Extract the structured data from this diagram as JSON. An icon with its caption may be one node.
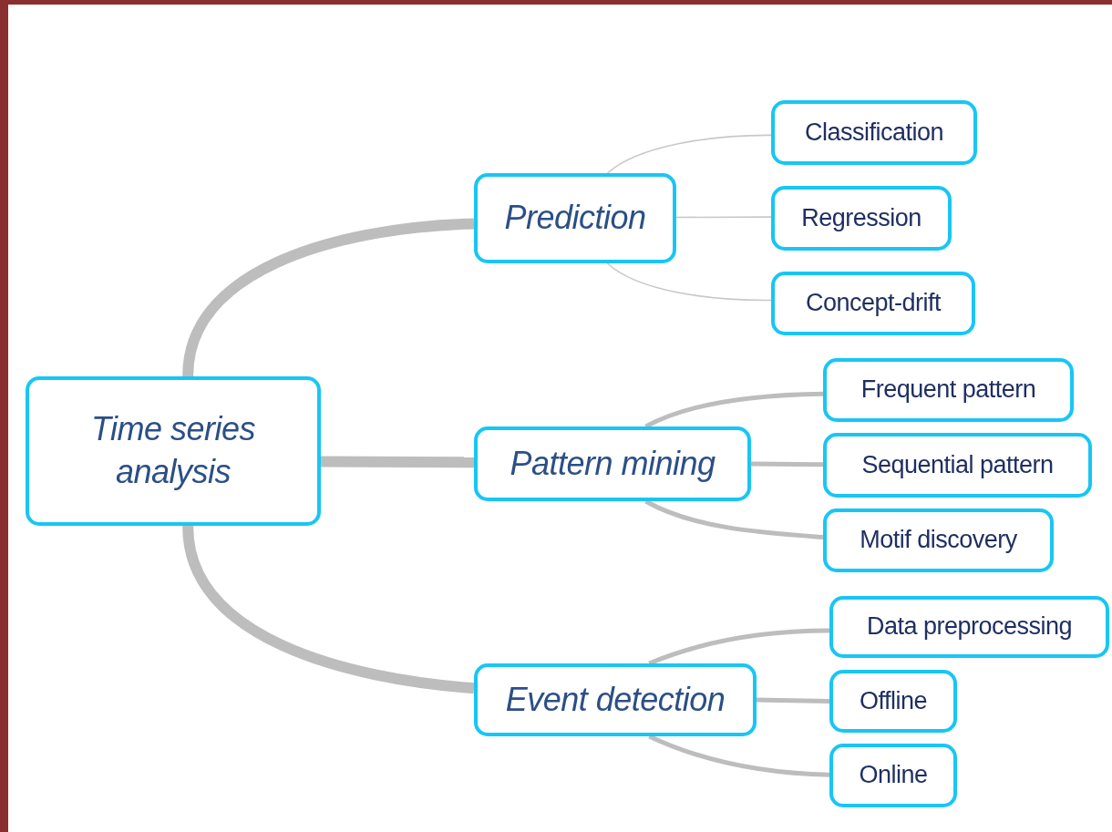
{
  "diagram": {
    "nodes": [
      {
        "text": [
          "Time series analysis"
        ]
      },
      {
        "text": [
          "Prediction"
        ]
      },
      {
        "text": [
          "Classification"
        ]
      },
      {
        "text": [
          "Regression"
        ]
      },
      {
        "text": [
          "Concept-drift"
        ]
      },
      {
        "text": [
          "Pattern mining"
        ]
      },
      {
        "text": [
          "Frequent pattern"
        ]
      },
      {
        "text": [
          "Sequential pattern"
        ]
      },
      {
        "text": [
          "Motif discovery"
        ]
      },
      {
        "text": [
          "Event detection"
        ]
      },
      {
        "text": [
          "Data preprocessing"
        ]
      },
      {
        "text": [
          "Offline"
        ]
      },
      {
        "text": [
          "Online"
        ]
      }
    ],
    "edges": [
      {
        "from": 0,
        "to": 1,
        "arrow": "none",
        "style": "thick"
      },
      {
        "from": 0,
        "to": 5,
        "arrow": "none",
        "style": "thick"
      },
      {
        "from": 0,
        "to": 9,
        "arrow": "none",
        "style": "thick"
      },
      {
        "from": 1,
        "to": 2,
        "arrow": "none",
        "color": "#c8c8c8"
      },
      {
        "from": 1,
        "to": 3,
        "arrow": "none",
        "color": "#c8c8c8"
      },
      {
        "from": 1,
        "to": 4,
        "arrow": "none",
        "color": "#c8c8c8"
      },
      {
        "from": 5,
        "to": 6,
        "arrow": "none"
      },
      {
        "from": 5,
        "to": 7,
        "arrow": "none"
      },
      {
        "from": 5,
        "to": 8,
        "arrow": "none"
      },
      {
        "from": 9,
        "to": 10,
        "arrow": "none"
      },
      {
        "from": 9,
        "to": 11,
        "arrow": "none"
      },
      {
        "from": 9,
        "to": 12,
        "arrow": "none"
      }
    ]
  }
}
